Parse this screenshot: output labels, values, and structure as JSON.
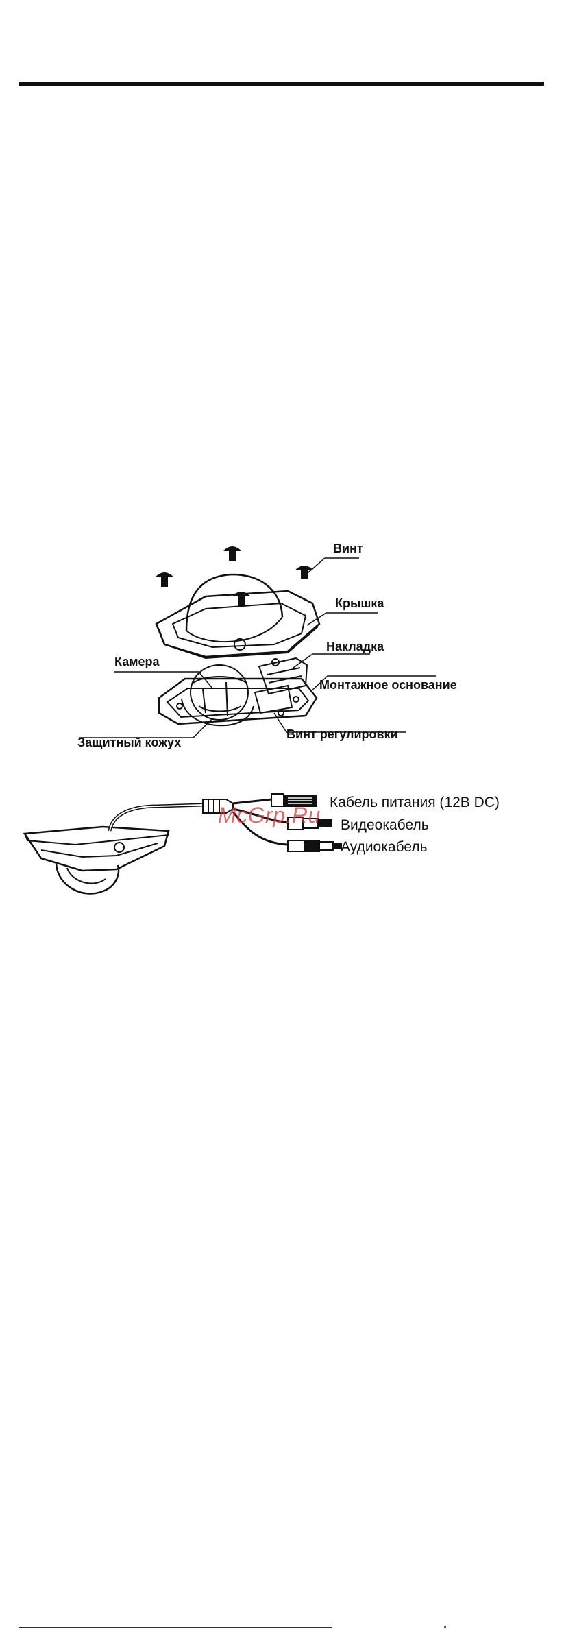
{
  "figure1": {
    "labels": {
      "screw": "Винт",
      "cover": "Крышка",
      "overlay": "Накладка",
      "camera": "Камера",
      "mount_base": "Монтажное основание",
      "protective_case": "Защитный кожух",
      "adjust_screw": "Винт регулировки"
    }
  },
  "figure2": {
    "labels": {
      "power_cable": "Кабель питания (12В DC)",
      "video_cable": "Видеокабель",
      "audio_cable": "Аудиокабель"
    }
  },
  "watermark": "McGrp.Ru",
  "colors": {
    "line": "#111111",
    "watermark": "#d63a3a"
  }
}
